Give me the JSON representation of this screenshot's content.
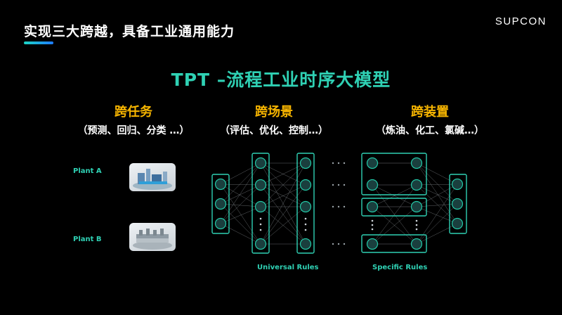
{
  "header": {
    "title": "实现三大跨越，具备工业通用能力",
    "brand": "SUPCON"
  },
  "main_title": "TPT –流程工业时序大模型",
  "columns": [
    {
      "head": "跨任务",
      "sub": "（预测、回归、分类 …）"
    },
    {
      "head": "跨场景",
      "sub": "（评估、优化、控制…）"
    },
    {
      "head": "跨装置",
      "sub": "（炼油、化工、氯碱…）"
    }
  ],
  "plants": [
    {
      "label": "Plant A"
    },
    {
      "label": "Plant B"
    }
  ],
  "rules": {
    "universal": "Universal Rules",
    "specific": "Specific Rules"
  },
  "colors": {
    "accent_teal": "#2fd1b4",
    "accent_gold": "#f7b500",
    "node_border": "#23c7a6",
    "background": "#000000"
  },
  "icons": {
    "ellipsis": "…",
    "vertical_dots": "⋮"
  }
}
